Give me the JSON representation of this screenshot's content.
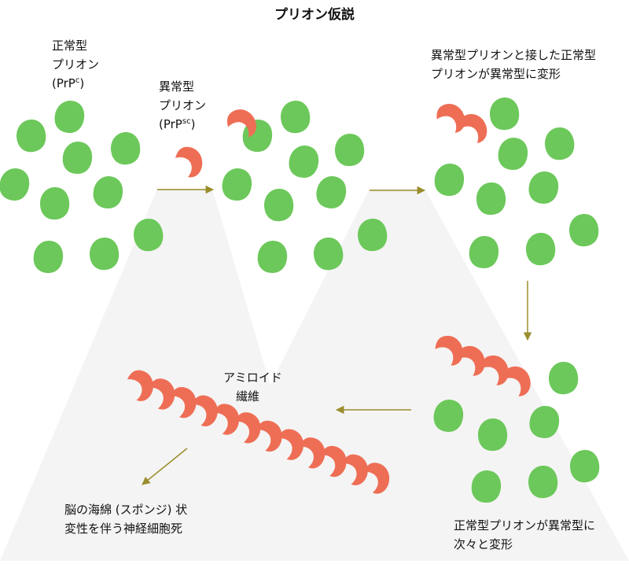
{
  "title": "プリオン仮説",
  "colors": {
    "normal_prion": "#6cc85a",
    "abnormal_prion": "#ee6e55",
    "arrow": "#9a8d2c"
  },
  "labels": {
    "normal": {
      "line1": "正常型",
      "line2": "プリオン",
      "line3_base": "(PrP",
      "line3_sup": "c",
      "line3_end": ")"
    },
    "abnormal": {
      "line1": "異常型",
      "line2": "プリオン",
      "line3_base": "(PrP",
      "line3_sup": "sc",
      "line3_end": ")"
    },
    "contact": {
      "line1": "異常型プリオンと接した正常型",
      "line2": "プリオンが異常型に変形"
    },
    "chain": {
      "line1": "正常型プリオンが異常型に",
      "line2": "次々と変形"
    },
    "amyloid": {
      "line1": "アミロイド",
      "line2": "繊維"
    },
    "disease": {
      "line1": "脳の海綿 (スポンジ) 状",
      "line2": "変性を伴う神経細胞死"
    }
  }
}
